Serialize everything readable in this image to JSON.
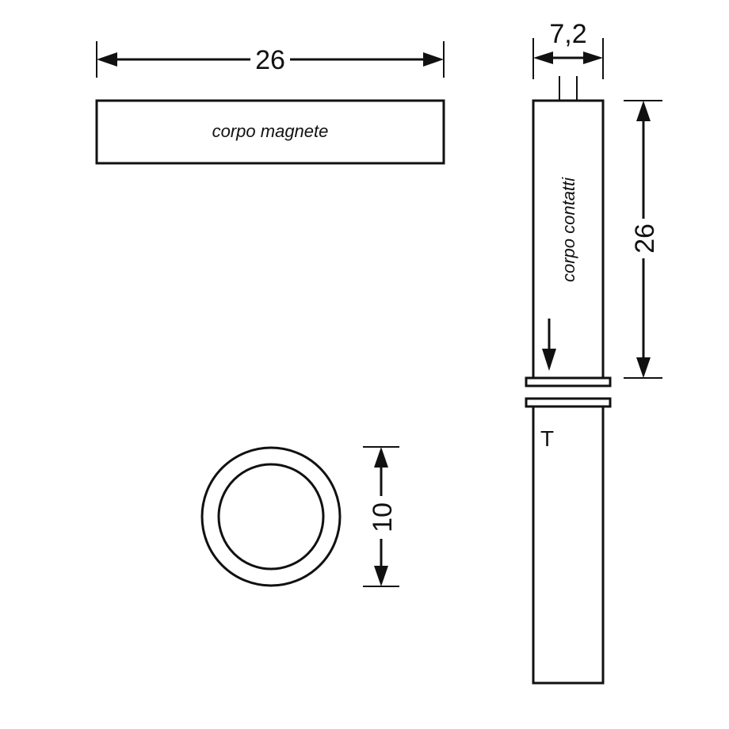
{
  "diagram": {
    "magnet_body_label": "corpo magnete",
    "contact_body_label": "corpo contatti",
    "magnet_length": "26",
    "contact_width": "7,2",
    "contact_length": "26",
    "ring_diameter": "10",
    "terminal_label": "T"
  }
}
